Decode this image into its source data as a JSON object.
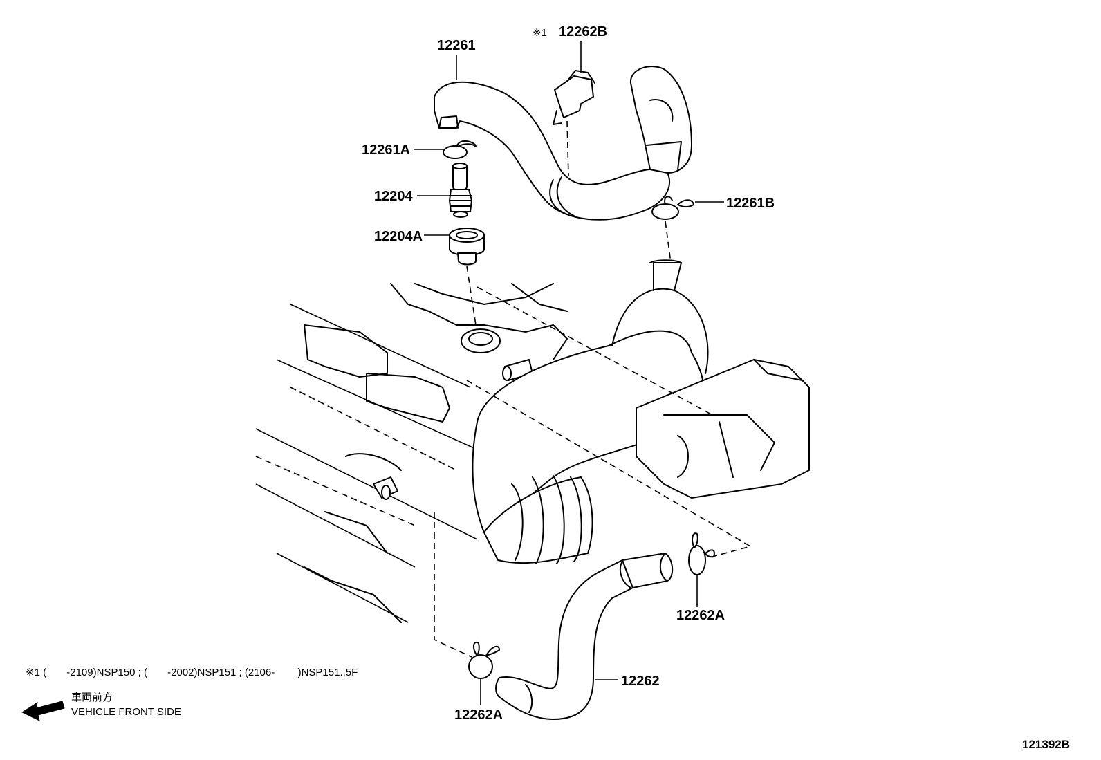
{
  "diagram": {
    "part_labels": {
      "hose_upper": "12261",
      "clamp_top": "12262B",
      "clamp_top_marker": "※1",
      "clip_upper_a": "12261A",
      "pcv_valve": "12204",
      "grommet": "12204A",
      "clip_upper_b": "12261B",
      "clip_lower_right": "12262A",
      "hose_lower": "12262",
      "clip_lower_left": "12262A"
    },
    "footnote": "※1 (       -2109)NSP150 ; (       -2002)NSP151 ; (2106-        )NSP151..5F",
    "direction": {
      "japanese": "車両前方",
      "english": "VEHICLE FRONT SIDE"
    },
    "figure_id": "121392B"
  }
}
